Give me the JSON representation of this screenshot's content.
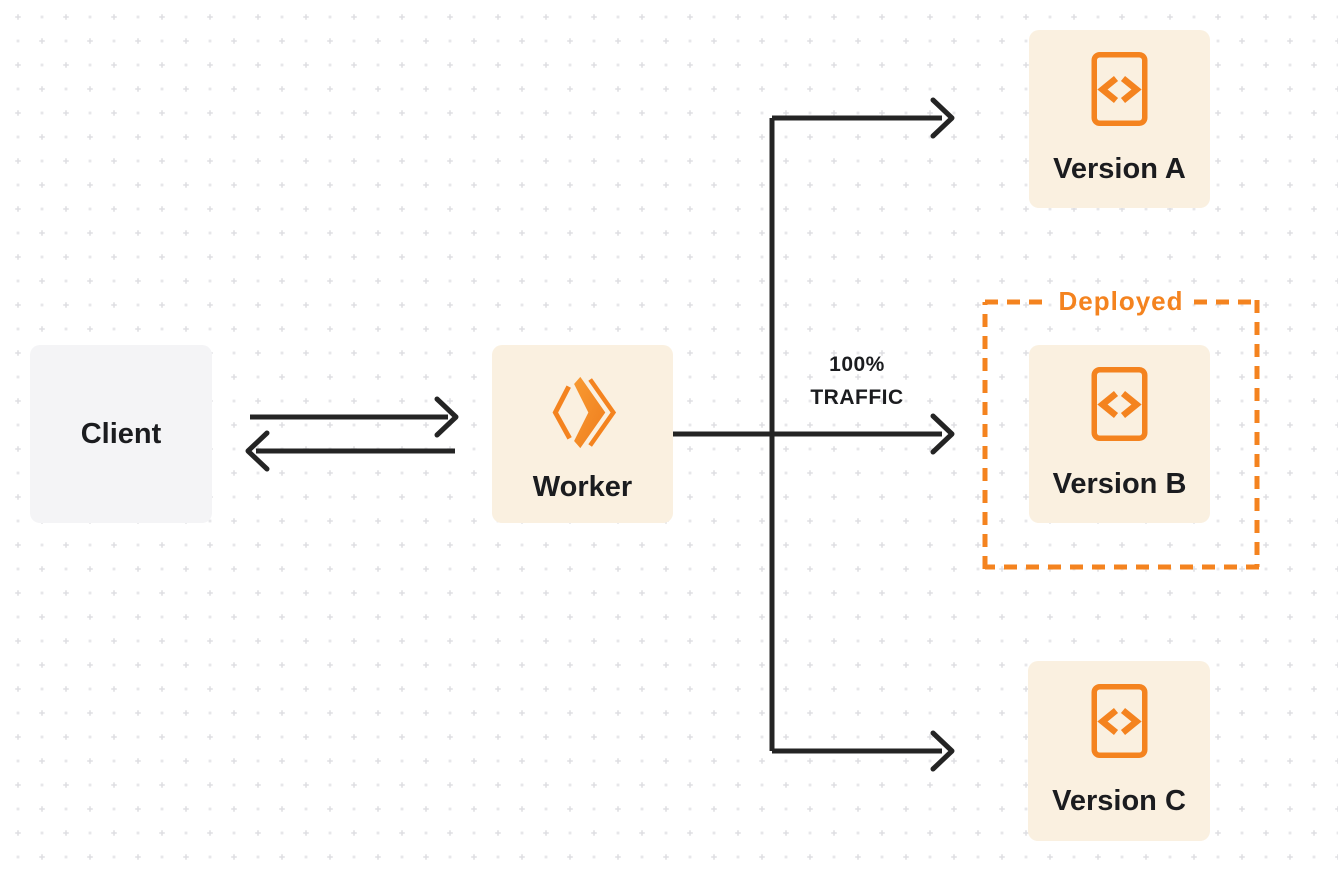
{
  "diagram": {
    "nodes": {
      "client": {
        "label": "Client"
      },
      "worker": {
        "label": "Worker"
      },
      "version_a": {
        "label": "Version A"
      },
      "version_b": {
        "label": "Version B"
      },
      "version_c": {
        "label": "Version C"
      }
    },
    "annotations": {
      "traffic_line1": "100%",
      "traffic_line2": "TRAFFIC",
      "deployed_label": "Deployed"
    },
    "edges": [
      {
        "from": "client",
        "to": "worker",
        "type": "bidirectional"
      },
      {
        "from": "worker",
        "to": "version_a",
        "type": "arrow"
      },
      {
        "from": "worker",
        "to": "version_b",
        "type": "arrow",
        "label": "100% TRAFFIC"
      },
      {
        "from": "worker",
        "to": "version_c",
        "type": "arrow"
      }
    ],
    "colors": {
      "accent_orange": "#F4831F",
      "box_cream": "#FAF0E0",
      "box_gray": "#F4F4F6",
      "line_dark": "#242424",
      "dot_grid": "#DFDFE3"
    }
  }
}
